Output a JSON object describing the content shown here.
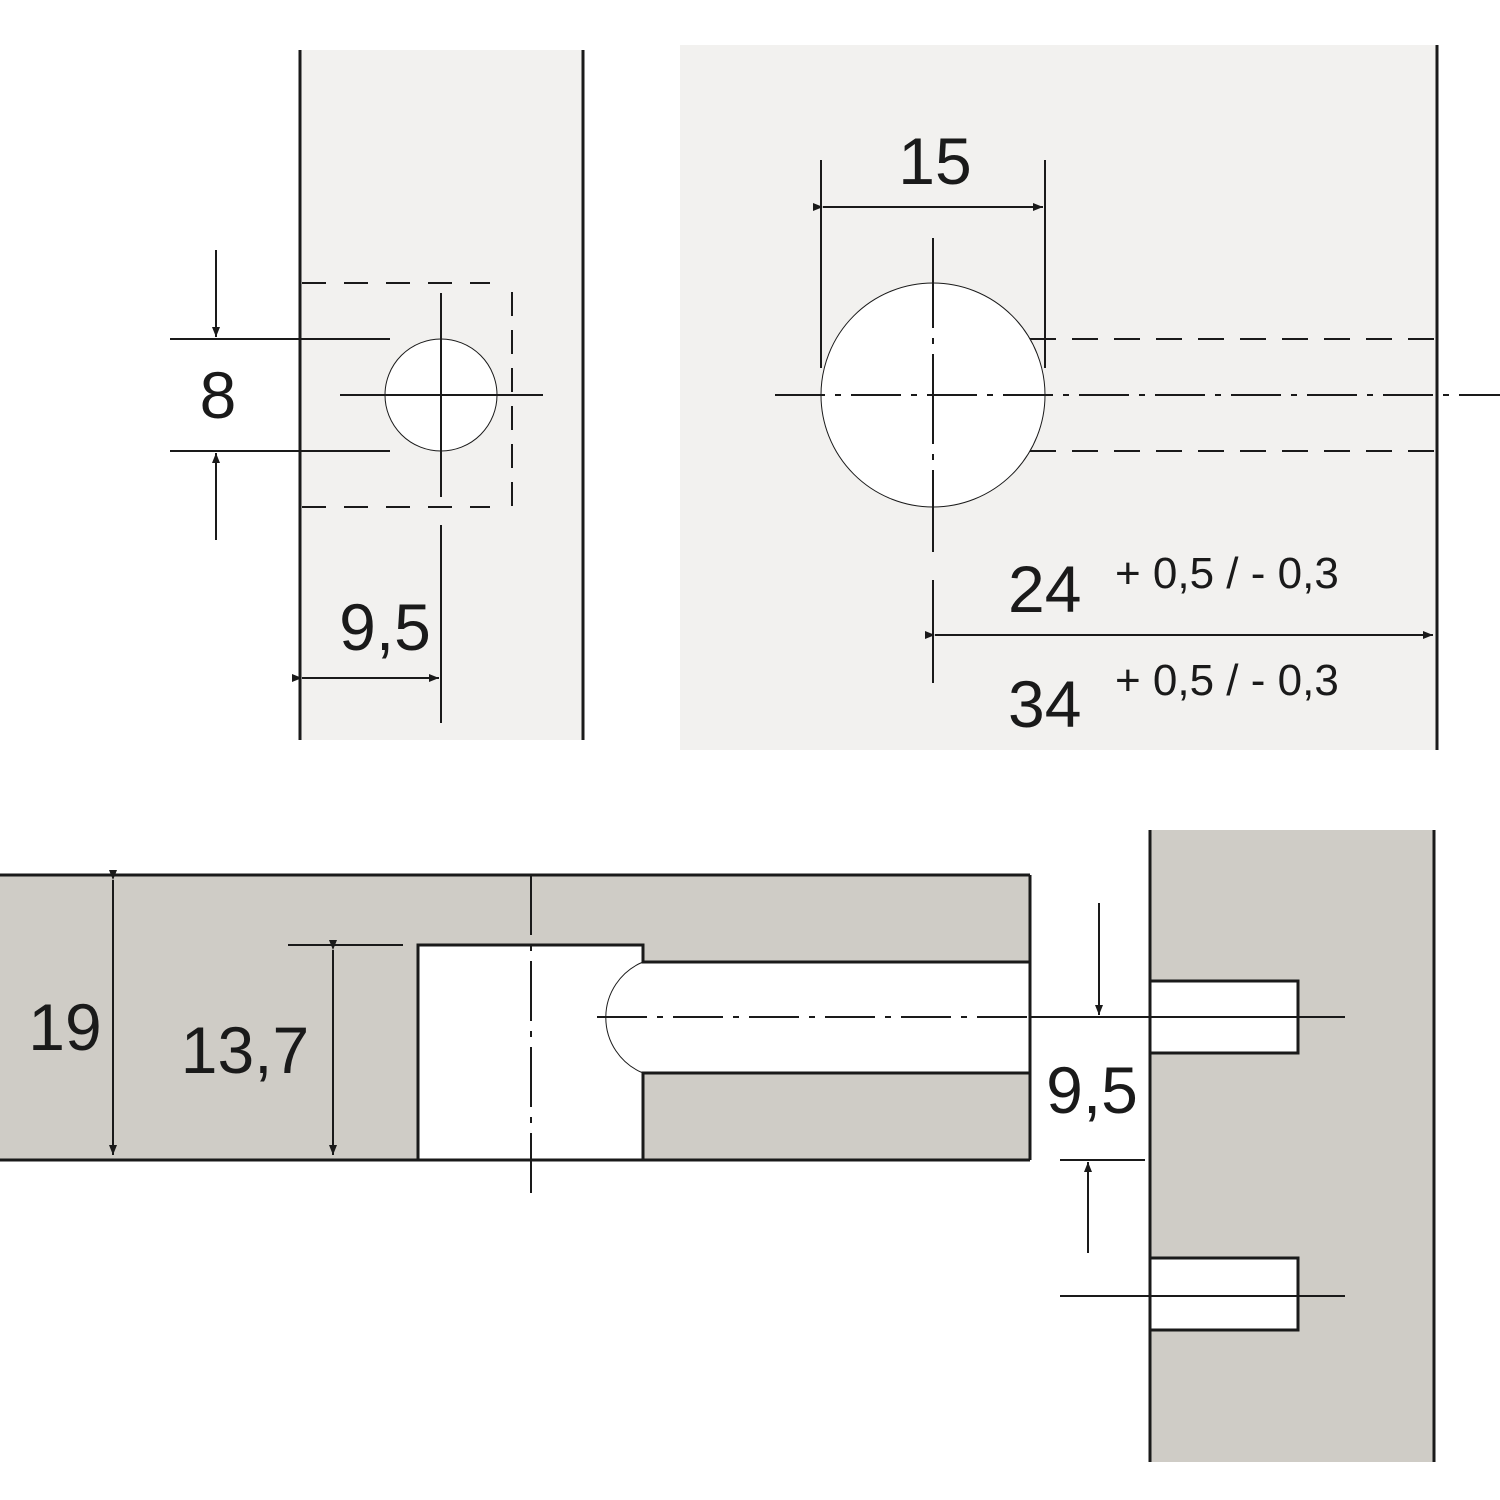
{
  "colors": {
    "panel_light": "#f2f1ef",
    "panel_gray": "#cfccc6",
    "line": "#1a1a1a",
    "hole": "#ffffff"
  },
  "views": {
    "front_left": {
      "hole_spacing_label": "8",
      "edge_offset_label": "9,5"
    },
    "front_right": {
      "diameter_label": "15",
      "depth1_value": "24",
      "depth1_tolerance": "+ 0,5 / - 0,3",
      "depth2_value": "34",
      "depth2_tolerance": "+ 0,5 / - 0,3"
    },
    "section": {
      "thickness_label": "19",
      "housing_depth_label": "13,7",
      "bolt_offset_label": "9,5"
    }
  }
}
